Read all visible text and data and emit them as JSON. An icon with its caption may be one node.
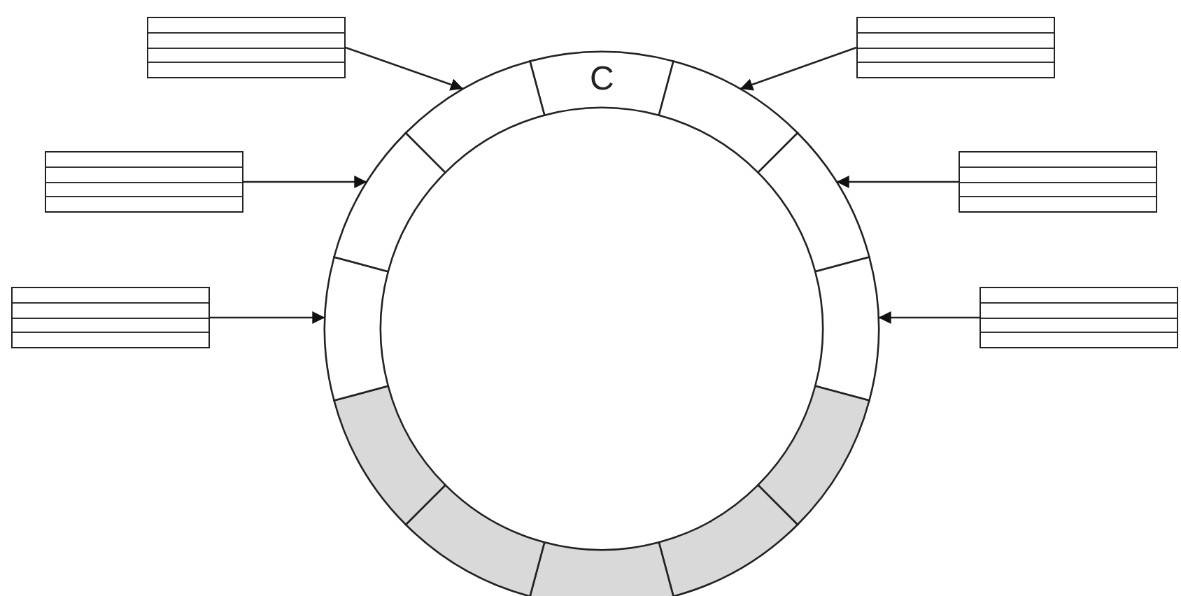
{
  "diagram": {
    "nodes": [
      {
        "text": [],
        "shape": "box"
      },
      {
        "text": [],
        "shape": "box"
      },
      {
        "text": [],
        "shape": "box"
      },
      {
        "text": [],
        "shape": "box"
      },
      {
        "text": [],
        "shape": "box"
      },
      {
        "text": [],
        "shape": "box"
      },
      {
        "text": [
          "C"
        ]
      },
      {
        "text": [],
        "shape": "bar"
      },
      {
        "text": [],
        "shape": "bar"
      },
      {
        "text": [],
        "shape": "bar"
      },
      {
        "text": [],
        "shape": "bar"
      },
      {
        "text": [],
        "shape": "bar"
      },
      {
        "text": [],
        "shape": "bar"
      },
      {
        "text": [],
        "shape": "bar"
      },
      {
        "text": [],
        "shape": "bar"
      },
      {
        "text": [],
        "shape": "bar"
      },
      {
        "text": [],
        "shape": "bar"
      },
      {
        "text": [],
        "shape": "bar"
      }
    ],
    "edges": [
      {
        "from": 0,
        "to": 17,
        "arrow": "to"
      },
      {
        "from": 1,
        "to": 7,
        "arrow": "to"
      },
      {
        "from": 2,
        "to": 16,
        "arrow": "to"
      },
      {
        "from": 3,
        "to": 8,
        "arrow": "to"
      },
      {
        "from": 4,
        "to": 15,
        "arrow": "to"
      },
      {
        "from": 5,
        "to": 9,
        "arrow": "to"
      }
    ]
  }
}
